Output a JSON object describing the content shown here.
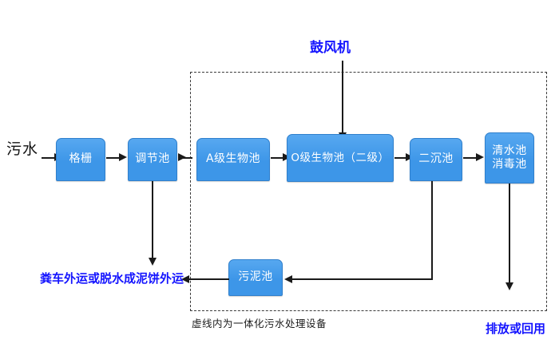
{
  "diagram": {
    "title_note": "虚线内为一体化污水处理设备",
    "colors": {
      "node_fill": "#3d96e8",
      "node_fill_light": "#57a8f0",
      "node_border": "#2f7fcc",
      "node_text": "#ffffff",
      "annotation_blue": "#1414ff",
      "connector": "#1a1a1a",
      "dashed_border": "#3a3a3a",
      "background": "#ffffff"
    },
    "nodes": [
      {
        "id": "grille",
        "label": "格栅"
      },
      {
        "id": "regulation",
        "label": "调节池"
      },
      {
        "id": "a_stage",
        "label": "A级生物池"
      },
      {
        "id": "o_stage",
        "label": "O级生物池（二级）"
      },
      {
        "id": "second_settle",
        "label": "二沉池"
      },
      {
        "id": "clear_water",
        "label": "清水池\n消毒池"
      },
      {
        "id": "sludge",
        "label": "污泥池"
      }
    ],
    "labels": {
      "inlet": "污水",
      "blower": "鼓风机",
      "sludge_disposal": "粪车外运或脱水成泥饼外运",
      "discharge": "排放或回用",
      "enclosure_caption": "虚线内为一体化污水处理设备"
    }
  }
}
